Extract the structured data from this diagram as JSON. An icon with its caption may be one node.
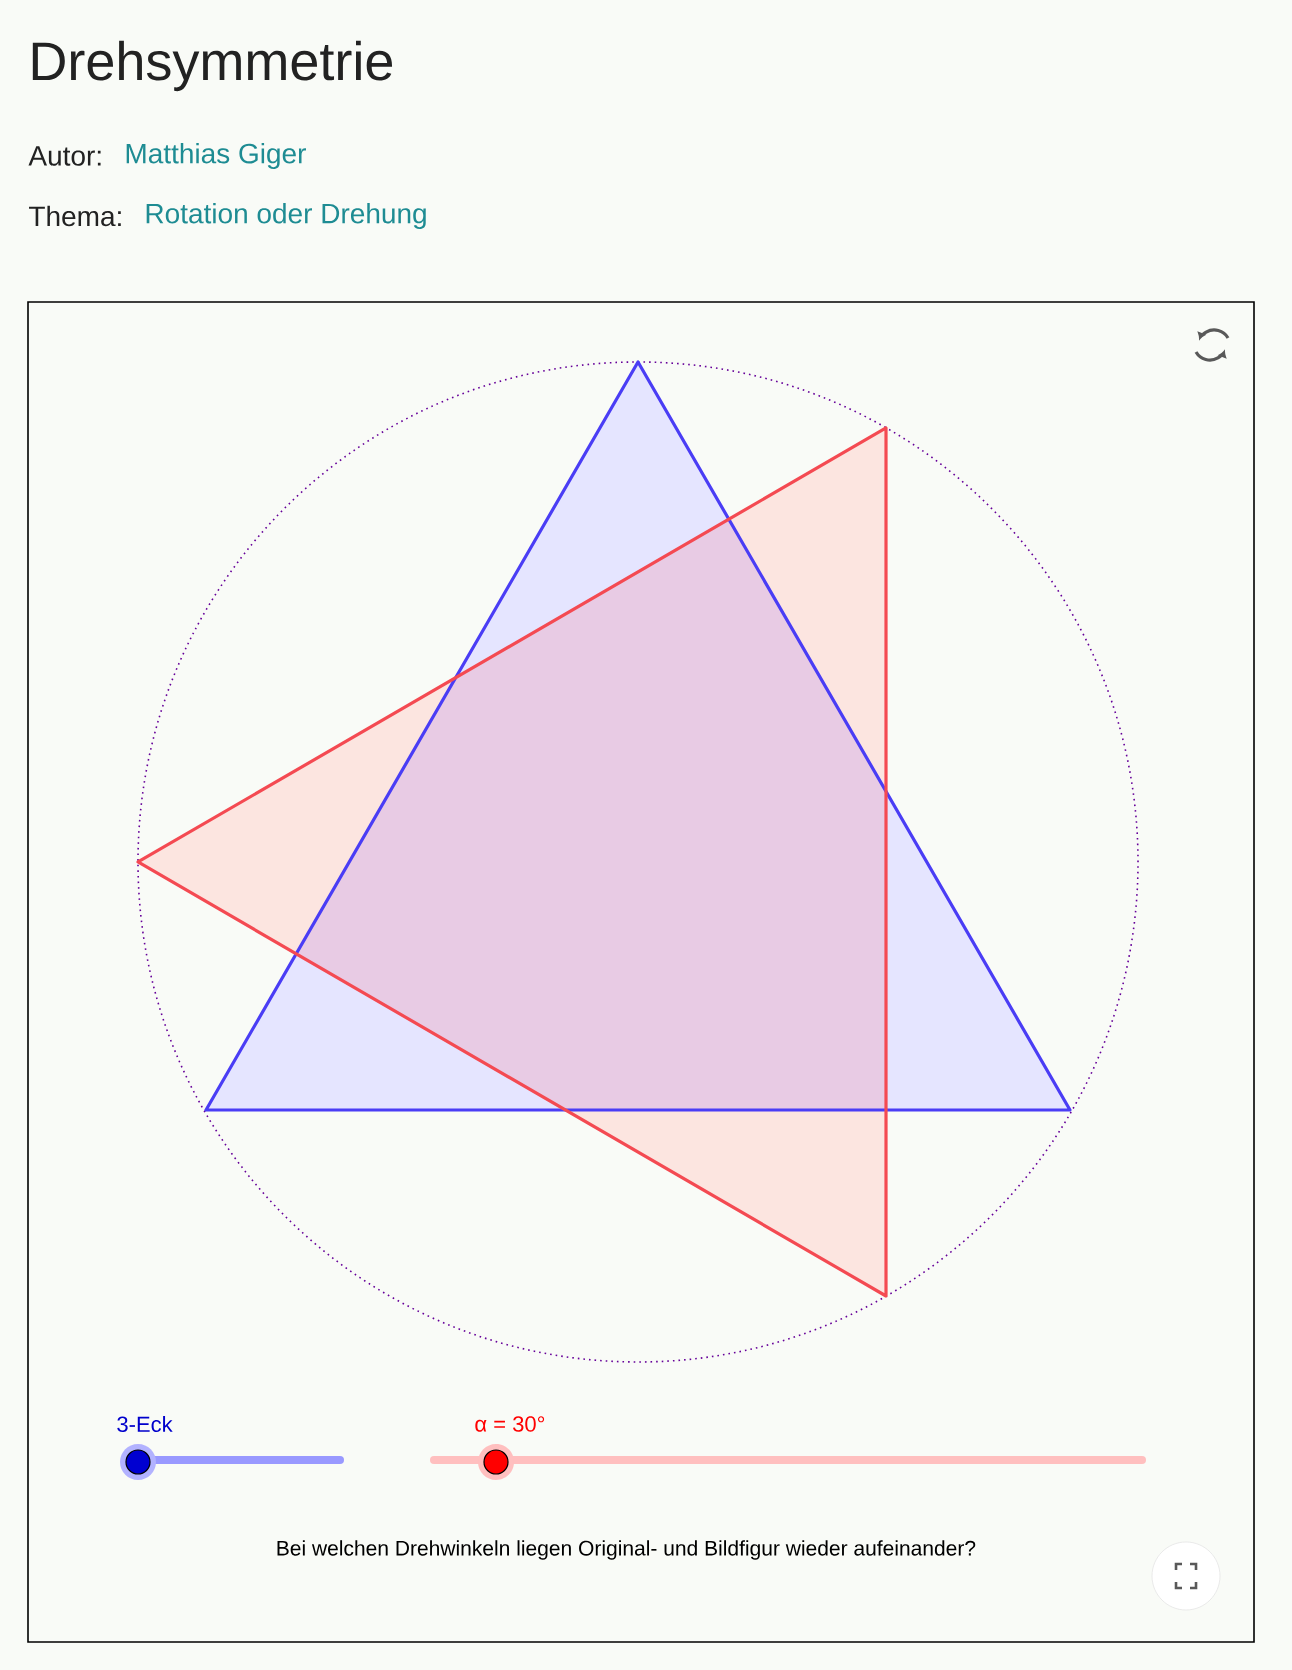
{
  "diagram": {
    "title": "Drehsymmetrie",
    "labels": [
      "Autor:",
      "Matthias Giger",
      "Thema:",
      "Rotation oder Drehung",
      "3-Eck",
      "α = 30°",
      "Bei welchen Drehwinkeln liegen Original- und Bildfigur wieder aufeinander?"
    ]
  }
}
